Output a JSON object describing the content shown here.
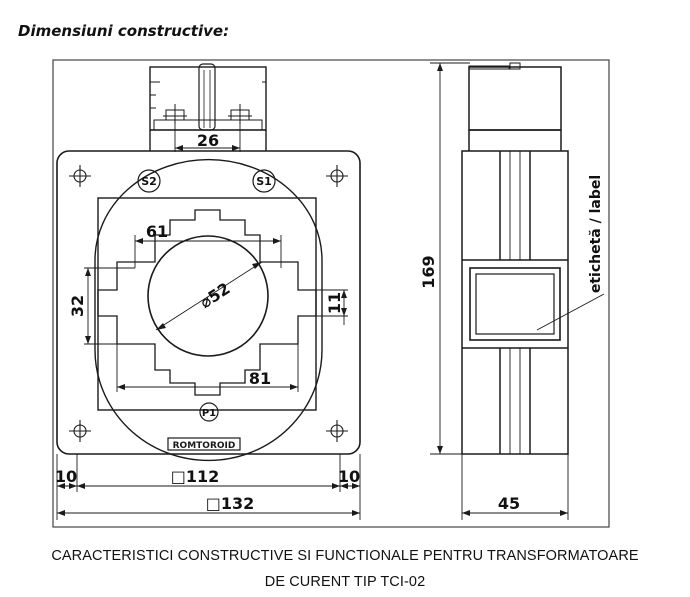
{
  "heading": "Dimensiuni constructive:",
  "caption": {
    "line1": "CARACTERISTICI CONSTRUCTIVE SI FUNCTIONALE PENTRU TRANSFORMATOARE",
    "line2": "DE CURENT TIP TCI-02"
  },
  "front_view": {
    "terminal_spacing": "26",
    "terminal_left": "S2",
    "terminal_right": "S1",
    "primary_marker": "P1",
    "brand_plate": "ROMTOROID",
    "window_width": "61",
    "window_height": "32",
    "hole_diameter": "⌀52",
    "window_slot": "11",
    "window_outer": "81",
    "margin_left": "10",
    "margin_right": "10",
    "inner_size": "□112",
    "outer_size": "□132"
  },
  "side_view": {
    "height": "169",
    "label_text": "etichetă / label",
    "depth": "45"
  },
  "colors": {
    "line": "#1a1a1a",
    "frame": "#444444"
  }
}
